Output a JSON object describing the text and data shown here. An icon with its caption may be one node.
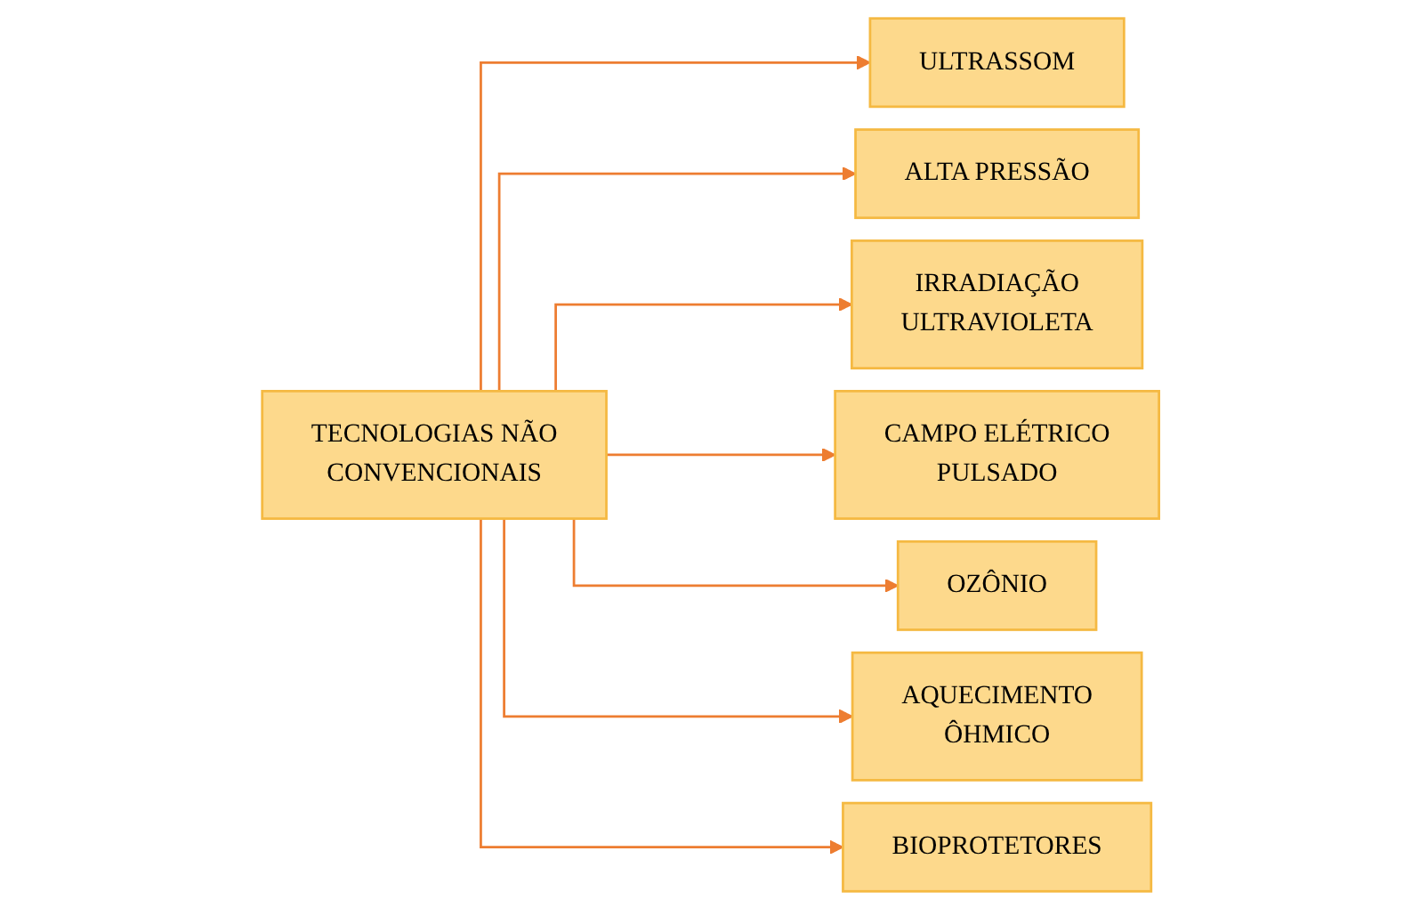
{
  "diagram": {
    "nodes": [
      {
        "text": [
          "TECNOLOGIAS NÃO CONVENCIONAIS"
        ]
      },
      {
        "text": [
          "ULTRASSOM"
        ]
      },
      {
        "text": [
          "ALTA PRESSÃO"
        ]
      },
      {
        "text": [
          "IRRADIAÇÃO ULTRAVIOLETA"
        ]
      },
      {
        "text": [
          "CAMPO ELÉTRICO PULSADO"
        ]
      },
      {
        "text": [
          "OZÔNIO"
        ]
      },
      {
        "text": [
          "AQUECIMENTO ÔHMICO"
        ]
      },
      {
        "text": [
          "BIOPROTETORES"
        ]
      }
    ],
    "edges": [
      {
        "from": 0,
        "to": 1,
        "arrow": "to"
      },
      {
        "from": 0,
        "to": 2,
        "arrow": "to"
      },
      {
        "from": 0,
        "to": 3,
        "arrow": "to"
      },
      {
        "from": 0,
        "to": 4,
        "arrow": "to"
      },
      {
        "from": 0,
        "to": 5,
        "arrow": "to"
      },
      {
        "from": 0,
        "to": 6,
        "arrow": "to"
      },
      {
        "from": 0,
        "to": 7,
        "arrow": "to"
      }
    ]
  }
}
